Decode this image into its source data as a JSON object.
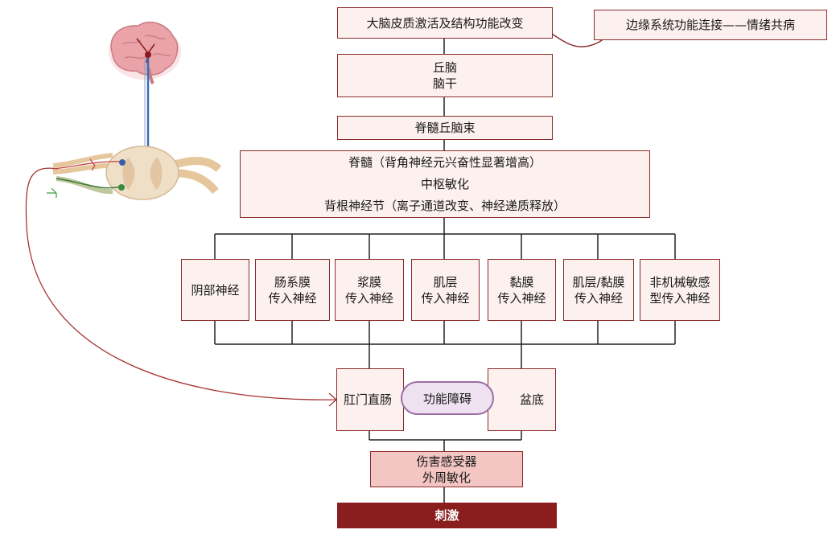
{
  "diagram": {
    "top_box": "大脑皮质激活及结构功能改变",
    "limbic_box": "边缘系统功能连接——情绪共病",
    "thalamus_box": "丘脑\n脑干",
    "tract_box": "脊髓丘脑束",
    "spinal_box": "脊髓（背角神经元兴奋性显著增高）\n中枢敏化\n背根神经节（离子通道改变、神经递质释放）",
    "nerves": [
      "阴部神经",
      "肠系膜\n传入神经",
      "浆膜\n传入神经",
      "肌层\n传入神经",
      "黏膜\n传入神经",
      "肌层/黏膜\n传入神经",
      "非机械敏感\n型传入神经"
    ],
    "anorectum_box": "肛门直肠",
    "dysfunction_pill": "功能障碍",
    "pelvic_floor_box": "盆底",
    "nociceptor_box": "伤害感受器\n外周敏化",
    "stimulus_box": "刺激"
  }
}
